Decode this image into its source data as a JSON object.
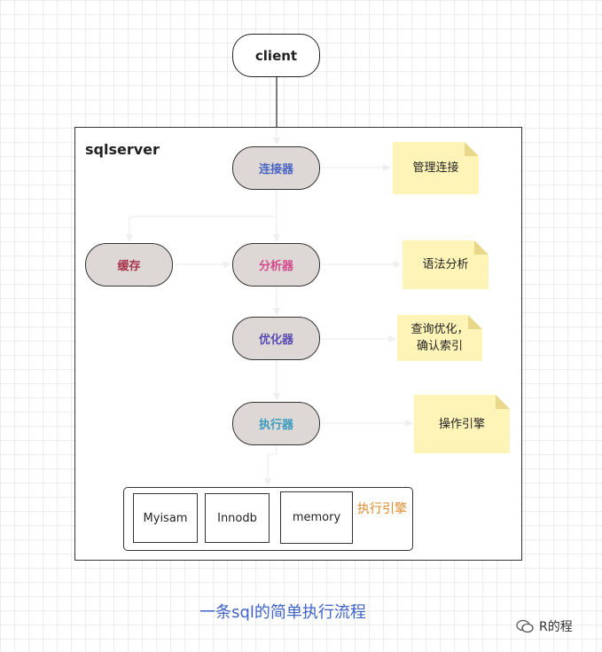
{
  "client": {
    "label": "client"
  },
  "server": {
    "label": "sqlserver"
  },
  "nodes": {
    "connector": {
      "label": "连接器",
      "color": "#4a64c2"
    },
    "cache": {
      "label": "缓存",
      "color": "#a8334a"
    },
    "analyzer": {
      "label": "分析器",
      "color": "#d44a8b"
    },
    "optimizer": {
      "label": "优化器",
      "color": "#5a4ab2"
    },
    "executor": {
      "label": "执行器",
      "color": "#3a9bbf"
    }
  },
  "notes": {
    "connection": "管理连接",
    "syntax": "语法分析",
    "optimize": "查询优化，\n确认索引",
    "engine_op": "操作引擎"
  },
  "engines": {
    "label": "执行引擎",
    "items": [
      "Myisam",
      "Innodb",
      "memory"
    ]
  },
  "caption": "一条sql的简单执行流程",
  "watermark": {
    "text": "R的程",
    "icon": "wechat-icon"
  }
}
